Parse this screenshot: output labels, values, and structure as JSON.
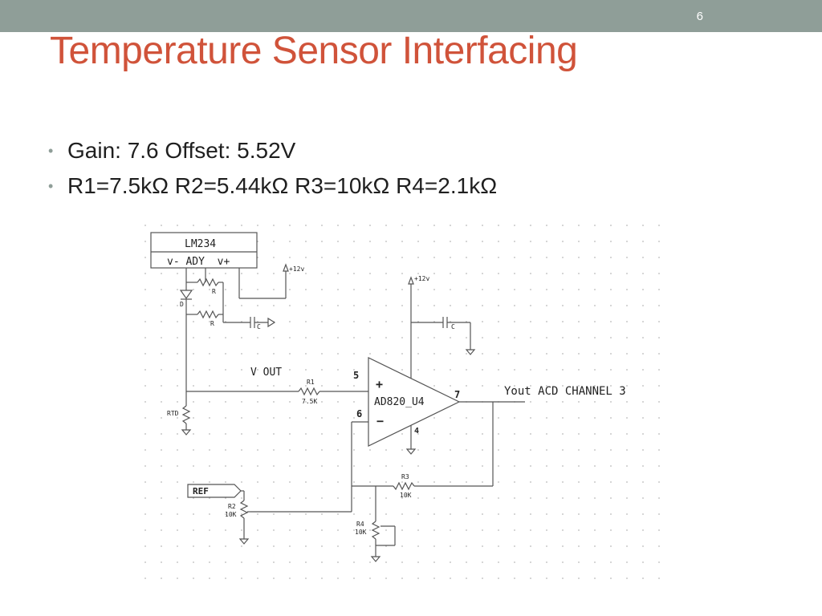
{
  "slide": {
    "number": "6",
    "title": "Temperature Sensor Interfacing",
    "bullets": [
      "Gain: 7.6 Offset: 5.52V",
      "R1=7.5kΩ R2=5.44kΩ R3=10kΩ R4=2.1kΩ"
    ]
  },
  "schematic": {
    "sensor_name": "LM234",
    "sensor_pins": "v- ADY  v+",
    "supply_1": "+12v",
    "supply_2": "+12v",
    "res_top": "R",
    "res_bottom": "R",
    "diode": "D",
    "cap_1": "C",
    "cap_2": "C",
    "vout_label": "V OUT",
    "r1_name": "R1",
    "r1_value": "7.5K",
    "rtd_label": "RTD",
    "opamp_name": "AD820_U4",
    "pin5": "5",
    "pin6": "6",
    "pin7": "7",
    "pin4": "4",
    "plus": "+",
    "minus": "−",
    "output_label": "Yout ACD CHANNEL 3",
    "ref_label": "REF",
    "r2_name": "R2",
    "r2_value": "10K",
    "r3_name": "R3",
    "r3_value": "10K",
    "r4_name": "R4",
    "r4_value": "10K"
  },
  "colors": {
    "topbar": "#8f9e98",
    "title": "#d0533a",
    "wire": "#555555"
  }
}
